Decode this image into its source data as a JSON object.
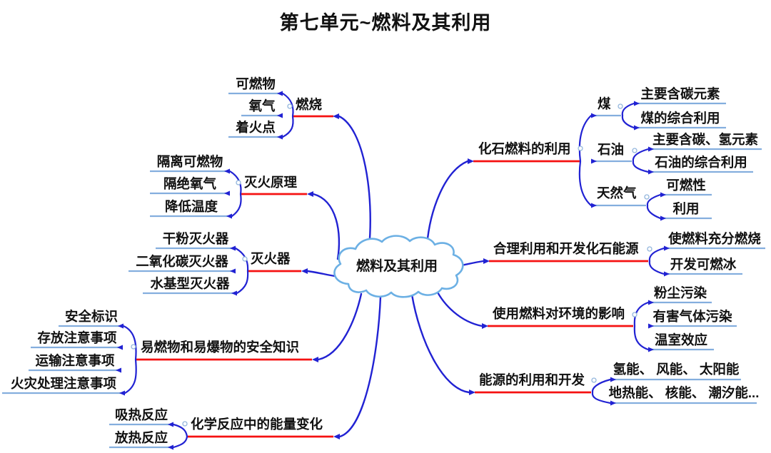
{
  "title": "第七单元~燃料及其利用",
  "center": "燃料及其利用",
  "left_branches": [
    {
      "label": "燃烧",
      "children": [
        "可燃物",
        "氧气",
        "着火点"
      ]
    },
    {
      "label": "灭火原理",
      "children": [
        "隔离可燃物",
        "隔绝氧气",
        "降低温度"
      ]
    },
    {
      "label": "灭火器",
      "children": [
        "干粉灭火器",
        "二氧化碳灭火器",
        "水基型灭火器"
      ]
    },
    {
      "label": "易燃物和易爆物的安全知识",
      "children": [
        "安全标识",
        "存放注意事项",
        "运输注意事项",
        "火灾处理注意事项"
      ]
    },
    {
      "label": "化学反应中的能量变化",
      "children": [
        "吸热反应",
        "放热反应"
      ]
    }
  ],
  "right_branches": [
    {
      "label": "化石燃料的利用",
      "children": [
        {
          "label": "煤",
          "children": [
            "主要含碳元素",
            "煤的综合利用"
          ]
        },
        {
          "label": "石油",
          "children": [
            "主要含碳、氢元素",
            "石油的综合利用"
          ]
        },
        {
          "label": "天然气",
          "children": [
            "可燃性",
            "利用"
          ]
        }
      ]
    },
    {
      "label": "合理利用和开发化石能源",
      "children": [
        "使燃料充分燃烧",
        "开发可燃冰"
      ]
    },
    {
      "label": "使用燃料对环境的影响",
      "children": [
        "粉尘污染",
        "有害气体污染",
        "温室效应"
      ]
    },
    {
      "label": "能源的利用和开发",
      "children": [
        "氢能、 风能、 太阳能",
        "地热能、 核能、 潮汐能..."
      ]
    }
  ],
  "colors": {
    "connector": "#2122d3",
    "topic_line": "#f51111",
    "leaf_line": "#84aede",
    "cloud_border": "#6cb0e4",
    "handle": "#93b6dd"
  }
}
